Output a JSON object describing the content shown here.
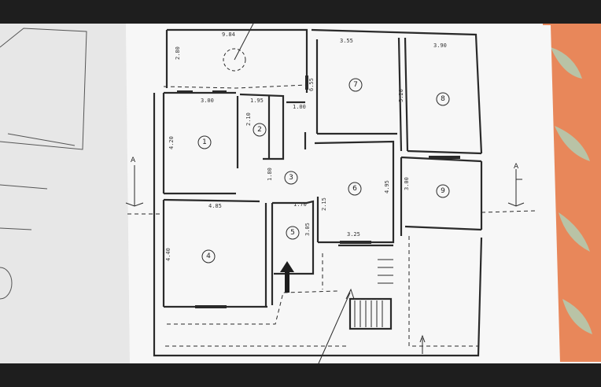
{
  "colors": {
    "paper": "#f7f7f7",
    "ink": "#2a2a2a",
    "page_shadow": "#dcdcdc",
    "background_cloth": "#e8875a",
    "cloth_leaf": "#b9c3a6"
  },
  "rooms": [
    {
      "id": "1",
      "label": "1"
    },
    {
      "id": "2",
      "label": "2"
    },
    {
      "id": "3",
      "label": "3"
    },
    {
      "id": "4",
      "label": "4"
    },
    {
      "id": "5",
      "label": "5"
    },
    {
      "id": "6",
      "label": "6"
    },
    {
      "id": "7",
      "label": "7"
    },
    {
      "id": "8",
      "label": "8"
    },
    {
      "id": "9",
      "label": "9"
    }
  ],
  "dimensions": [
    "9.84",
    "2.80",
    "3.55",
    "3.90",
    "6.55",
    "3.00",
    "1.95",
    "1.00",
    "4.20",
    "2.10",
    "5.20",
    "1.80",
    "4.95",
    "3.00",
    "4.85",
    "1.70",
    "2.15",
    "3.05",
    "3.25",
    "4.40"
  ],
  "section_labels": {
    "left": "A",
    "right": "A"
  }
}
